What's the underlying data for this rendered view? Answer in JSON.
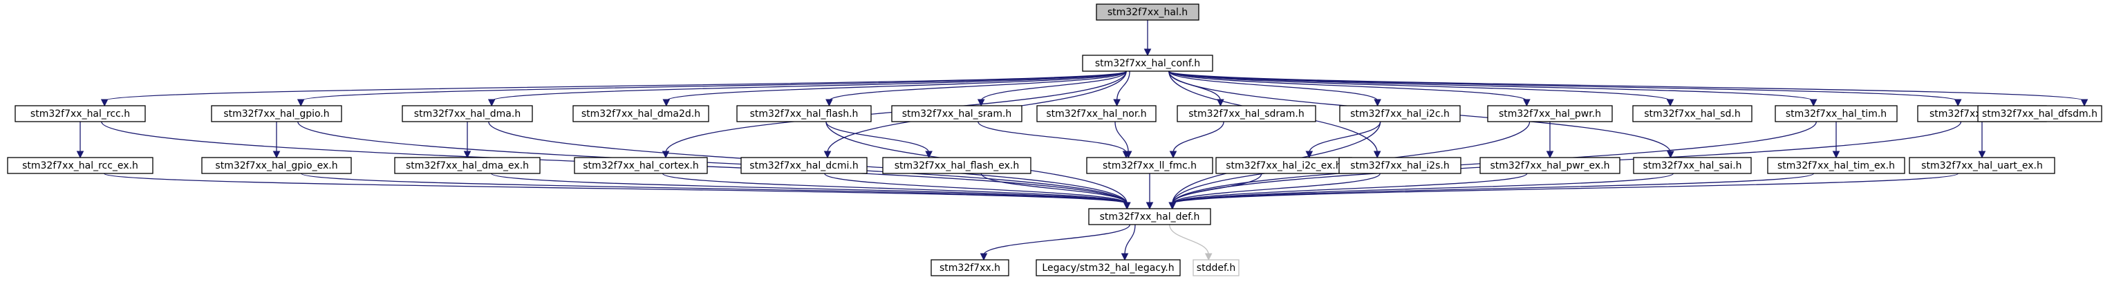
{
  "diagram": {
    "nodes": [
      {
        "id": "hal",
        "label": "stm32f7xx_hal.h"
      },
      {
        "id": "conf",
        "label": "stm32f7xx_hal_conf.h"
      },
      {
        "id": "rcc",
        "label": "stm32f7xx_hal_rcc.h"
      },
      {
        "id": "gpio",
        "label": "stm32f7xx_hal_gpio.h"
      },
      {
        "id": "dma",
        "label": "stm32f7xx_hal_dma.h"
      },
      {
        "id": "dma2d",
        "label": "stm32f7xx_hal_dma2d.h"
      },
      {
        "id": "flash",
        "label": "stm32f7xx_hal_flash.h"
      },
      {
        "id": "sram",
        "label": "stm32f7xx_hal_sram.h"
      },
      {
        "id": "nor",
        "label": "stm32f7xx_hal_nor.h"
      },
      {
        "id": "sdram",
        "label": "stm32f7xx_hal_sdram.h"
      },
      {
        "id": "i2c",
        "label": "stm32f7xx_hal_i2c.h"
      },
      {
        "id": "pwr",
        "label": "stm32f7xx_hal_pwr.h"
      },
      {
        "id": "sd",
        "label": "stm32f7xx_hal_sd.h"
      },
      {
        "id": "tim",
        "label": "stm32f7xx_hal_tim.h"
      },
      {
        "id": "uart",
        "label": "stm32f7xx_hal_uart.h"
      },
      {
        "id": "dfsdm",
        "label": "stm32f7xx_hal_dfsdm.h"
      },
      {
        "id": "rcc_ex",
        "label": "stm32f7xx_hal_rcc_ex.h"
      },
      {
        "id": "gpio_ex",
        "label": "stm32f7xx_hal_gpio_ex.h"
      },
      {
        "id": "dma_ex",
        "label": "stm32f7xx_hal_dma_ex.h"
      },
      {
        "id": "cortex",
        "label": "stm32f7xx_hal_cortex.h"
      },
      {
        "id": "dcmi",
        "label": "stm32f7xx_hal_dcmi.h"
      },
      {
        "id": "flash_ex",
        "label": "stm32f7xx_hal_flash_ex.h"
      },
      {
        "id": "ll_fmc",
        "label": "stm32f7xx_ll_fmc.h"
      },
      {
        "id": "i2c_ex",
        "label": "stm32f7xx_hal_i2c_ex.h"
      },
      {
        "id": "i2s",
        "label": "stm32f7xx_hal_i2s.h"
      },
      {
        "id": "pwr_ex",
        "label": "stm32f7xx_hal_pwr_ex.h"
      },
      {
        "id": "sai",
        "label": "stm32f7xx_hal_sai.h"
      },
      {
        "id": "tim_ex",
        "label": "stm32f7xx_hal_tim_ex.h"
      },
      {
        "id": "uart_ex",
        "label": "stm32f7xx_hal_uart_ex.h"
      },
      {
        "id": "def",
        "label": "stm32f7xx_hal_def.h"
      },
      {
        "id": "stm32f7xx",
        "label": "stm32f7xx.h"
      },
      {
        "id": "legacy",
        "label": "Legacy/stm32_hal_legacy.h"
      },
      {
        "id": "stddef",
        "label": "stddef.h"
      }
    ],
    "edges": [
      [
        "hal",
        "conf"
      ],
      [
        "conf",
        "rcc"
      ],
      [
        "conf",
        "gpio"
      ],
      [
        "conf",
        "dma"
      ],
      [
        "conf",
        "cortex"
      ],
      [
        "conf",
        "dma2d"
      ],
      [
        "conf",
        "dcmi"
      ],
      [
        "conf",
        "flash"
      ],
      [
        "conf",
        "sram"
      ],
      [
        "conf",
        "nor"
      ],
      [
        "conf",
        "sdram"
      ],
      [
        "conf",
        "i2c"
      ],
      [
        "conf",
        "i2s"
      ],
      [
        "conf",
        "pwr"
      ],
      [
        "conf",
        "sai"
      ],
      [
        "conf",
        "sd"
      ],
      [
        "conf",
        "tim"
      ],
      [
        "conf",
        "uart"
      ],
      [
        "conf",
        "dfsdm"
      ],
      [
        "rcc",
        "rcc_ex"
      ],
      [
        "rcc",
        "def"
      ],
      [
        "gpio",
        "gpio_ex"
      ],
      [
        "gpio",
        "def"
      ],
      [
        "dma",
        "dma_ex"
      ],
      [
        "dma",
        "def"
      ],
      [
        "flash",
        "flash_ex"
      ],
      [
        "flash",
        "def"
      ],
      [
        "sram",
        "ll_fmc"
      ],
      [
        "nor",
        "ll_fmc"
      ],
      [
        "sdram",
        "ll_fmc"
      ],
      [
        "i2c",
        "i2c_ex"
      ],
      [
        "i2c",
        "def"
      ],
      [
        "pwr",
        "pwr_ex"
      ],
      [
        "pwr",
        "def"
      ],
      [
        "tim",
        "tim_ex"
      ],
      [
        "tim",
        "def"
      ],
      [
        "uart",
        "uart_ex"
      ],
      [
        "uart",
        "def"
      ],
      [
        "rcc_ex",
        "def"
      ],
      [
        "gpio_ex",
        "def"
      ],
      [
        "dma_ex",
        "def"
      ],
      [
        "cortex",
        "def"
      ],
      [
        "dcmi",
        "def"
      ],
      [
        "flash_ex",
        "def"
      ],
      [
        "ll_fmc",
        "def"
      ],
      [
        "i2c_ex",
        "def"
      ],
      [
        "i2s",
        "def"
      ],
      [
        "pwr_ex",
        "def"
      ],
      [
        "sai",
        "def"
      ],
      [
        "tim_ex",
        "def"
      ],
      [
        "uart_ex",
        "def"
      ],
      [
        "def",
        "stm32f7xx"
      ],
      [
        "def",
        "legacy"
      ],
      [
        "def",
        "stddef"
      ]
    ],
    "colors": {
      "edge": "#191970",
      "root_fill": "#bfbfbf",
      "box_stroke": "#000000",
      "muted_stroke": "#bfbfbf"
    }
  }
}
